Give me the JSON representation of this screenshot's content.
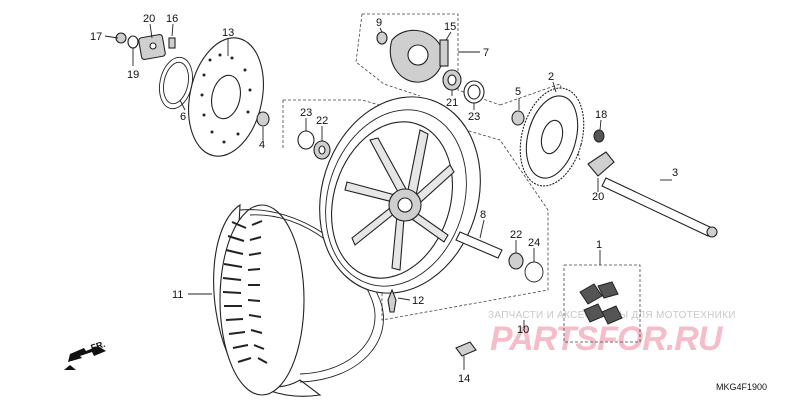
{
  "diagram": {
    "callouts": [
      "1",
      "2",
      "3",
      "4",
      "5",
      "6",
      "7",
      "8",
      "9",
      "10",
      "11",
      "12",
      "13",
      "14",
      "15",
      "16",
      "17",
      "18",
      "19",
      "20",
      "21",
      "22",
      "23",
      "24"
    ],
    "code": "MKG4F1900",
    "direction_label": "FR."
  },
  "watermark": {
    "text": "ЗАПЧАСТИ И АКСЕССУАРЫ ДЛЯ МОТОТЕХНИКИ",
    "logo_part1": "PARTS",
    "logo_part2": "FOR.RU",
    "logo_color": "#e0143c"
  }
}
